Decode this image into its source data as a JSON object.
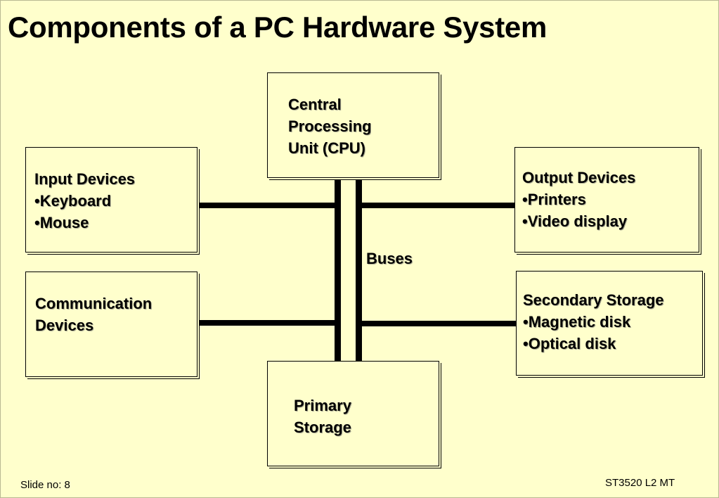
{
  "slide": {
    "title": "Components of a PC Hardware System",
    "footer_left": "Slide no: 8",
    "footer_right": "ST3520 L2 MT"
  },
  "diagram": {
    "cpu": {
      "lines": [
        "Central",
        "Processing",
        "Unit (CPU)"
      ]
    },
    "input": {
      "heading": "Input Devices",
      "items": [
        "•Keyboard",
        "•Mouse"
      ]
    },
    "communication": {
      "lines": [
        "Communication",
        "Devices"
      ]
    },
    "output": {
      "heading": "Output Devices",
      "items": [
        "•Printers",
        "•Video display"
      ]
    },
    "secondary": {
      "heading": "Secondary Storage",
      "items": [
        "•Magnetic disk",
        "•Optical disk"
      ]
    },
    "primary": {
      "lines": [
        "Primary",
        "Storage"
      ]
    },
    "buses_label": "Buses"
  }
}
